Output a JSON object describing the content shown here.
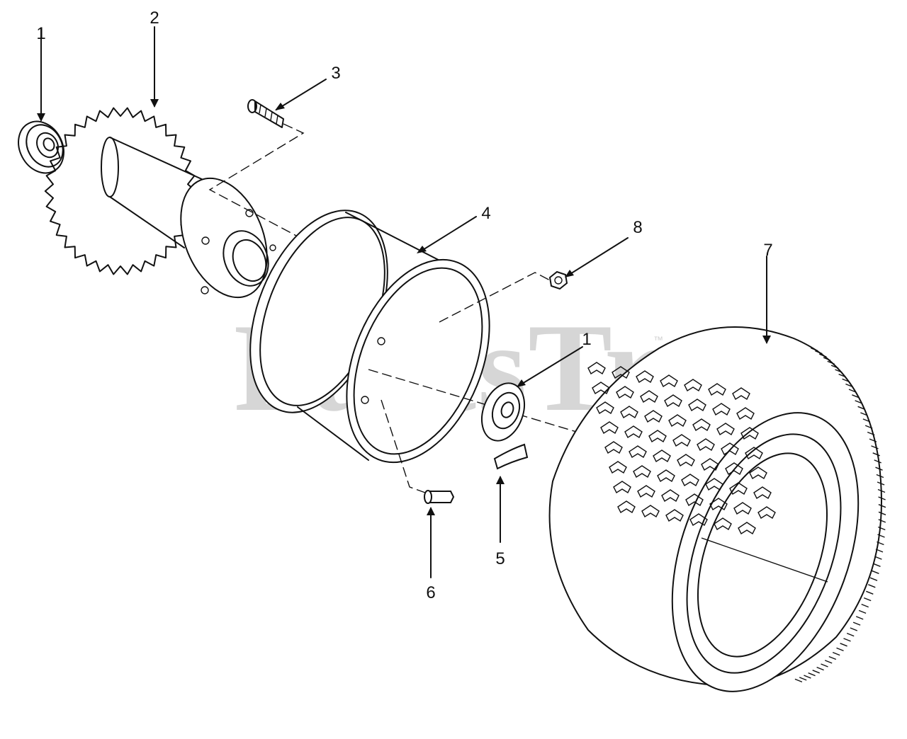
{
  "watermark": "PartsTree",
  "trademark": "™",
  "callouts": [
    {
      "id": "bearing-left",
      "label": "1"
    },
    {
      "id": "sprocket",
      "label": "2"
    },
    {
      "id": "bolt",
      "label": "3"
    },
    {
      "id": "rim",
      "label": "4"
    },
    {
      "id": "key",
      "label": "5"
    },
    {
      "id": "valve-stem",
      "label": "6"
    },
    {
      "id": "tire",
      "label": "7"
    },
    {
      "id": "nut",
      "label": "8"
    },
    {
      "id": "bearing-right",
      "label": "1"
    }
  ],
  "colors": {
    "line": "#111111",
    "watermark": "#d6d6d6",
    "background": "#ffffff"
  }
}
